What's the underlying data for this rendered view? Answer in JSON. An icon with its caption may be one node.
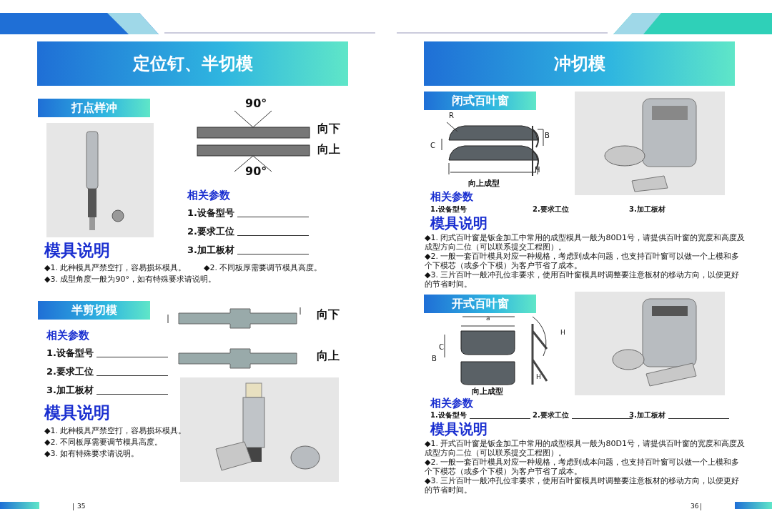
{
  "diagram": {
    "nodes": [
      {
        "text": [
          "定位钉、半切模"
        ]
      },
      {
        "text": [
          "冲切模"
        ]
      },
      {
        "text": [
          "打点样冲"
        ]
      },
      {
        "text": [
          "半剪切模"
        ]
      },
      {
        "text": [
          "闭式百叶窗"
        ]
      },
      {
        "text": [
          "开式百叶窗"
        ]
      }
    ],
    "labels": [
      "90°",
      "向下",
      "向上",
      "90°",
      "相关参数",
      "1.设备型号",
      "2.要求工位",
      "3.加工板材",
      "模具说明",
      "◆1. 此种模具严禁空打，容易损坏模具。",
      "◆2. 不同板厚需要调节模具高度。",
      "◆3. 成型角度一般为90°，如有特殊要求请说明。",
      "向下",
      "向上",
      "相关参数",
      "1.设备型号",
      "2.要求工位",
      "3.加工板材",
      "模具说明",
      "◆1. 此种模具严禁空打，容易损坏模具。",
      "◆2. 不同板厚需要调节模具高度。",
      "◆3. 如有特殊要求请说明。",
      "35",
      "R",
      "C",
      "B",
      "H",
      "向上成型",
      "相关参数",
      "1.设备型号",
      "2.要求工位",
      "3.加工板材",
      "模具说明",
      "◆1. 闭式百叶窗是钣金加工中常用的成型模具一般为80D1号，请提供百叶窗的宽度和高度及成型方向二位（可以联系提交工程图）。",
      "◆2. 一般一套百叶模具对应一种规格，考虑到成本问题，也支持百叶窗可以做一个上模和多个下模芯（或多个下模）为客户节省了成本。",
      "◆3. 三片百叶一般冲孔位非要求，使用百叶窗模具时调整要注意板材的移动方向，以便更好的节省时间。",
      "a",
      "C",
      "B",
      "H",
      "H",
      "向上成型",
      "相关参数",
      "1.设备型号",
      "2.要求工位",
      "3.加工板材",
      "模具说明",
      "◆1. 开式百叶窗是钣金加工中常用的成型模具一般为80D1号，请提供百叶窗的宽度和高度及成型方向二位（可以联系提交工程图）。",
      "◆2. 一般一套百叶模具对应一种规格，考虑到成本问题，也支持百叶窗可以做一个上模和多个下模芯（或多个下模）为客户节省了成本。",
      "◆3. 三片百叶一般冲孔位非要求，使用百叶窗模具时调整要注意板材的移动方向，以便更好的节省时间。",
      "36"
    ]
  }
}
